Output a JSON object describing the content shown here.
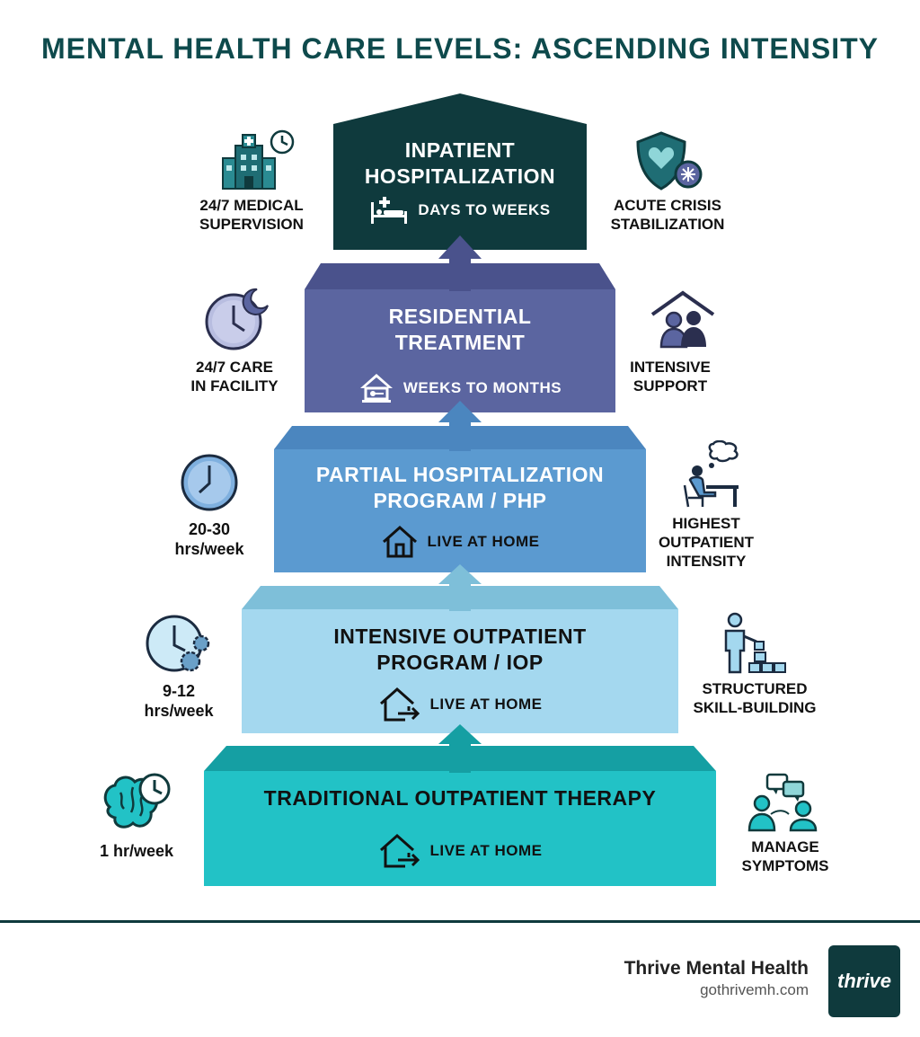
{
  "title": "MENTAL HEALTH CARE LEVELS: ASCENDING INTENSITY",
  "levels": [
    {
      "name_lines": [
        "INPATIENT",
        "HOSPITALIZATION"
      ],
      "duration": "DAYS TO WEEKS",
      "duration_icon": "hospital-bed-icon",
      "color": "#0f3a3d",
      "text_color": "#ffffff",
      "left_icon": "hospital-clock-icon",
      "left_label": [
        "24/7 MEDICAL",
        "SUPERVISION"
      ],
      "right_icon": "shield-heart-icon",
      "right_label": [
        "ACUTE CRISIS",
        "STABILIZATION"
      ]
    },
    {
      "name_lines": [
        "RESIDENTIAL",
        "TREATMENT"
      ],
      "duration": "WEEKS TO MONTHS",
      "duration_icon": "house-key-icon",
      "color": "#5b65a0",
      "text_color": "#ffffff",
      "left_icon": "clock-moon-icon",
      "left_label": [
        "24/7 CARE",
        "IN FACILITY"
      ],
      "right_icon": "people-shelter-icon",
      "right_label": [
        "INTENSIVE",
        "SUPPORT"
      ]
    },
    {
      "name_lines": [
        "PARTIAL HOSPITALIZATION",
        "PROGRAM / PHP"
      ],
      "duration": "LIVE AT HOME",
      "duration_icon": "home-icon",
      "color": "#5b9ad0",
      "text_color": "#ffffff",
      "left_icon": "clock-icon",
      "left_label": [
        "20-30",
        "hrs/week"
      ],
      "right_icon": "person-thinking-desk-icon",
      "right_label": [
        "HIGHEST",
        "OUTPATIENT",
        "INTENSITY"
      ]
    },
    {
      "name_lines": [
        "INTENSIVE OUTPATIENT",
        "PROGRAM / IOP"
      ],
      "duration": "LIVE AT HOME",
      "duration_icon": "home-exit-icon",
      "color": "#a4d8ef",
      "text_color": "#111111",
      "left_icon": "clock-gears-icon",
      "left_label": [
        "9-12",
        "hrs/week"
      ],
      "right_icon": "person-building-blocks-icon",
      "right_label": [
        "STRUCTURED",
        "SKILL-BUILDING"
      ]
    },
    {
      "name_lines": [
        "TRADITIONAL OUTPATIENT THERAPY"
      ],
      "duration": "LIVE AT HOME",
      "duration_icon": "home-exit-icon",
      "color": "#22c2c6",
      "text_color": "#111111",
      "left_icon": "brain-clock-icon",
      "left_label": [
        "1 hr/week"
      ],
      "right_icon": "conversation-icon",
      "right_label": [
        "MANAGE",
        "SYMPTOMS"
      ]
    }
  ],
  "brand": {
    "name": "Thrive Mental Health",
    "url": "gothrivemh.com",
    "logo_text": "thrive"
  }
}
